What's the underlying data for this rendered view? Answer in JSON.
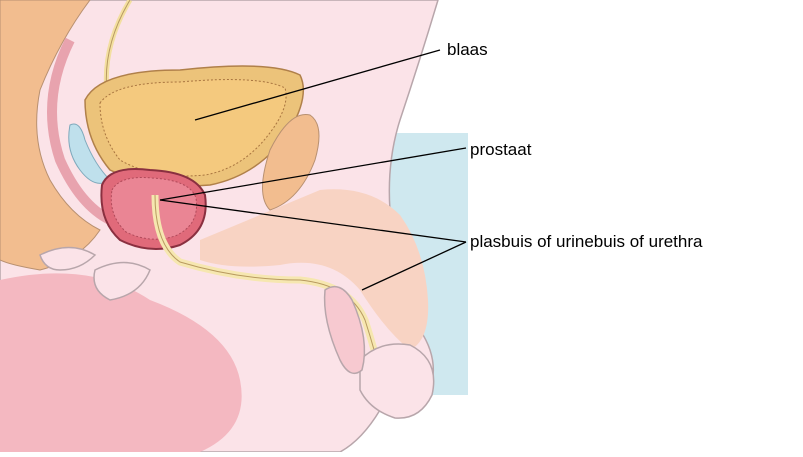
{
  "labels": {
    "bladder": "blaas",
    "prostate": "prostaat",
    "urethra": "plasbuis of urinebuis of urethra"
  },
  "colors": {
    "skin": "#fbe3e8",
    "skin_edge": "#b8a6ab",
    "dark_pink": "#f4b8c1",
    "rectum": "#f2bd8f",
    "bladder_wall": "#ecc37a",
    "bladder_inner": "#f4c97e",
    "prostate": "#e06a7a",
    "urethra": "#f6e7b0",
    "seminal_vesicle": "#bfe0ec",
    "background_panel": "#cfe8ef",
    "leader_line": "#000000"
  }
}
